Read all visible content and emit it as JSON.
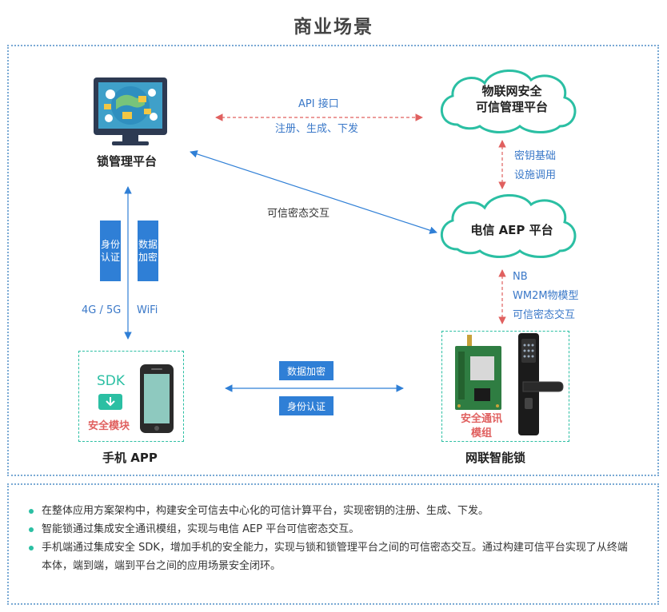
{
  "title": "商业场景",
  "nodes": {
    "lock_platform": "锁管理平台",
    "iot_cloud": [
      "物联网安全",
      "可信管理平台"
    ],
    "aep_cloud": "电信 AEP 平台",
    "mobile_app": "手机 APP",
    "smart_lock": "网联智能锁"
  },
  "labels": {
    "api": "API 接口",
    "api_sub": "注册、生成、下发",
    "key_base": "密钥基础",
    "key_base_sub": "设施调用",
    "trusted_exchange": "可信密态交互",
    "nb": "NB",
    "wm2m": "WM2M物模型",
    "nb_exchange": "可信密态交互",
    "net_4g": "4G / 5G",
    "net_wifi": "WiFi"
  },
  "tags": {
    "identity_v": "身份认证",
    "encrypt_v": "数据加密",
    "encrypt_h": "数据加密",
    "identity_h": "身份认证"
  },
  "sdk": {
    "sdk_text": "SDK",
    "module_text": "安全模块"
  },
  "lock_module_text": [
    "安全通讯",
    "模组"
  ],
  "notes": [
    "在整体应用方案架构中，构建安全可信去中心化的可信计算平台，实现密钥的注册、生成、下发。",
    "智能锁通过集成安全通讯模组，实现与电信 AEP 平台可信密态交互。",
    "手机端通过集成安全 SDK，增加手机的安全能力，实现与锁和锁管理平台之间的可信密态交互。通过构建可信平台实现了从终端本体，端到端，端到平台之间的应用场景安全闭环。"
  ],
  "colors": {
    "accent_blue": "#2f7fd6",
    "accent_red": "#e0605f",
    "accent_green": "#2bbfa3",
    "frame": "#79a9d4"
  }
}
